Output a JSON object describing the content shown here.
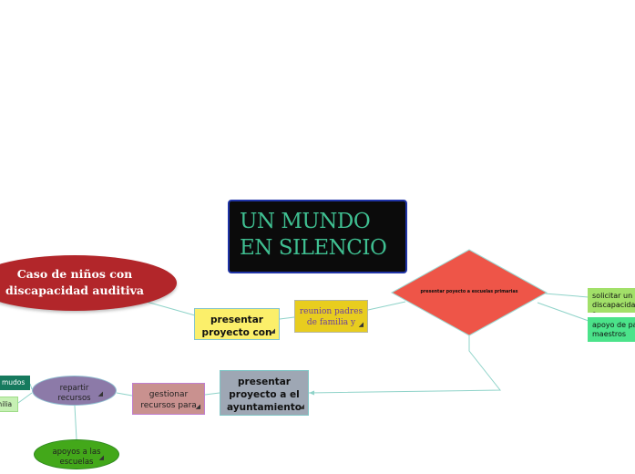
{
  "nodes": {
    "title": {
      "line1": "UN MUNDO",
      "line2": "EN SILENCIO"
    },
    "caso": {
      "line1": "Caso de niños con",
      "line2": "discapacidad auditiva"
    },
    "presentar_proyecto": {
      "line1": "presentar",
      "line2": "proyecto con"
    },
    "reunion": {
      "line1": "reunion padres",
      "line2": "de familia y"
    },
    "escuelas": {
      "label": "presentar poyecto a escuelas primarias"
    },
    "solicitar": {
      "line1": "solicitar un m",
      "line2": "discapacidad a"
    },
    "apoyo_padres": {
      "line1": "apoyo de pad",
      "line2": "maestros"
    },
    "ayuntamiento": {
      "line1": "presentar",
      "line2": "proyecto a el",
      "line3": "ayuntamiento"
    },
    "gestionar": {
      "line1": "gestionar",
      "line2": "recursos para"
    },
    "repartir": {
      "line1": "repartir",
      "line2": "recursos"
    },
    "mudos": {
      "label": "s mudos"
    },
    "familia": {
      "label": "milia"
    },
    "apoyos": {
      "line1": "apoyos a las",
      "line2": "escuelas"
    }
  },
  "colors": {
    "title_bg": "#0b0b0b",
    "title_text": "#3fbf91",
    "caso": "#b2262a",
    "presentar_proyecto": "#fbef6a",
    "reunion": "#e8cd1f",
    "escuelas": "#ee5548",
    "solicitar": "#a2e069",
    "apoyo_padres": "#4be38a",
    "ayuntamiento": "#9ea7b4",
    "gestionar": "#c9918f",
    "repartir": "#8c7aa8",
    "mudos": "#167a5e",
    "familia": "#c6f0b4",
    "apoyos": "#43a81a",
    "connector": "#8fd3c9"
  }
}
